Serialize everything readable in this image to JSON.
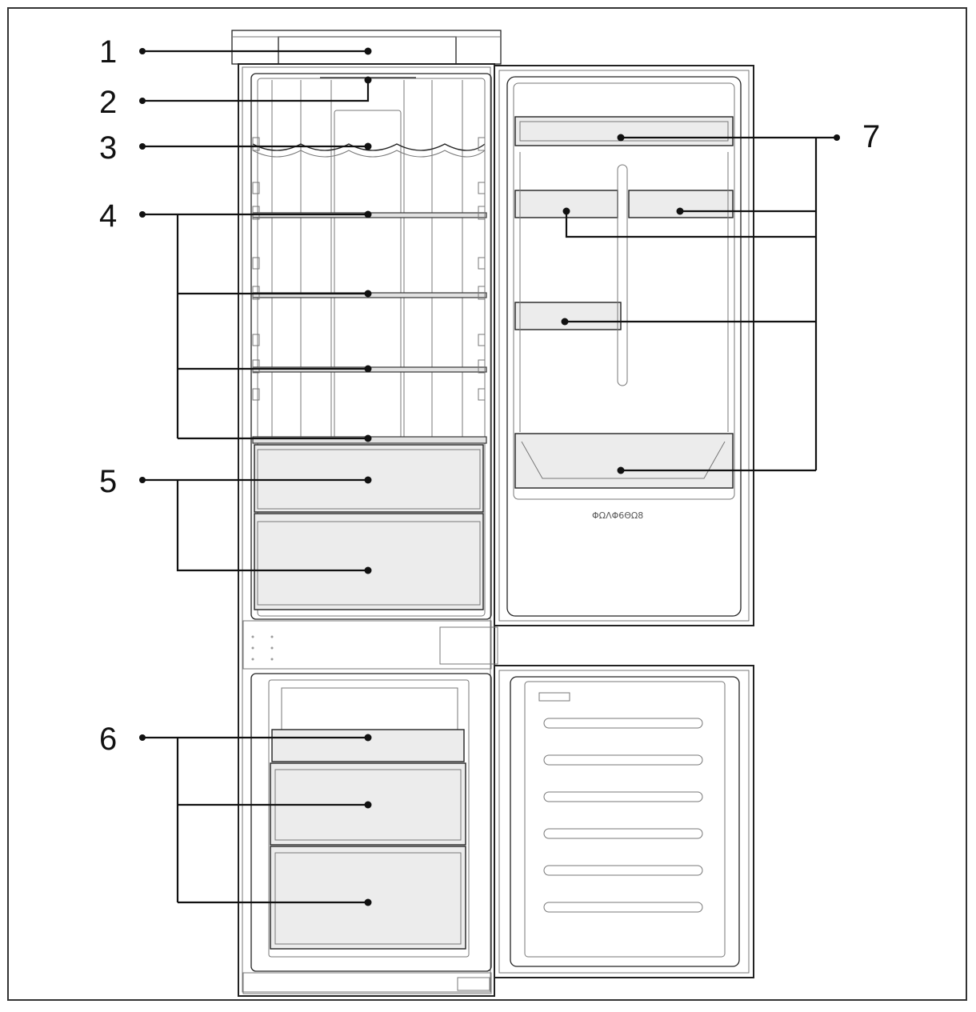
{
  "callouts": [
    {
      "label": "1",
      "part": "control-panel"
    },
    {
      "label": "2",
      "part": "interior-light"
    },
    {
      "label": "3",
      "part": "wine-rack"
    },
    {
      "label": "4",
      "part": "fridge-shelves"
    },
    {
      "label": "5",
      "part": "crisper-drawers"
    },
    {
      "label": "6",
      "part": "freezer-drawers"
    },
    {
      "label": "7",
      "part": "door-balconies"
    }
  ],
  "door_logo_text": "ΦΩΛΦ6ΘΩ8"
}
